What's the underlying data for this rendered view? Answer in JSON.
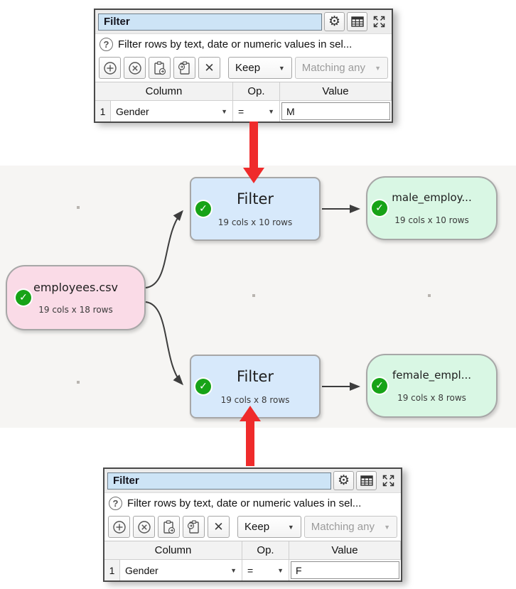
{
  "icons": {
    "question": "?",
    "caret": "▼",
    "clear": "✕",
    "check": "✓",
    "gear": "⚙"
  },
  "colors": {
    "accent_red": "#ef2b2b",
    "node_input_bg": "#fadbe7",
    "node_transform_bg": "#d7e9fb",
    "node_output_bg": "#d9f7e4",
    "status_check_green": "#17a317",
    "title_field_bg": "#cde4f6",
    "canvas_bg": "#f6f5f3"
  },
  "panels": {
    "top": {
      "title": "Filter",
      "help_text": "Filter rows by text, date or numeric values in sel...",
      "toolbar": {
        "keep": "Keep",
        "matching": "Matching any"
      },
      "table": {
        "headers": [
          "Column",
          "Op.",
          "Value"
        ],
        "rows": [
          {
            "num": "1",
            "column": "Gender",
            "op": "=",
            "value": "M"
          }
        ]
      }
    },
    "bottom": {
      "title": "Filter",
      "help_text": "Filter rows by text, date or numeric values in sel...",
      "toolbar": {
        "keep": "Keep",
        "matching": "Matching any"
      },
      "table": {
        "headers": [
          "Column",
          "Op.",
          "Value"
        ],
        "rows": [
          {
            "num": "1",
            "column": "Gender",
            "op": "=",
            "value": "F"
          }
        ]
      }
    }
  },
  "canvas": {
    "nodes": [
      {
        "label": "employees.csv",
        "stats": "19 cols x 18 rows",
        "type": "input"
      },
      {
        "label": "Filter",
        "stats": "19 cols x 10 rows",
        "type": "transform"
      },
      {
        "label": "male_employ...",
        "stats": "19 cols x 10 rows",
        "type": "output"
      },
      {
        "label": "Filter",
        "stats": "19 cols x 8 rows",
        "type": "transform"
      },
      {
        "label": "female_empl...",
        "stats": "19 cols x 8 rows",
        "type": "output"
      }
    ]
  }
}
